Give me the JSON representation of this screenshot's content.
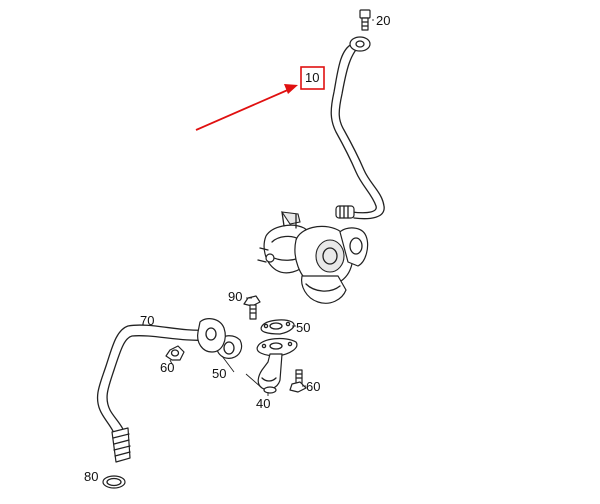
{
  "callouts": {
    "c10": "10",
    "c20": "20",
    "c90": "90",
    "c70": "70",
    "c50a": "50",
    "c50b": "50",
    "c60a": "60",
    "c60b": "60",
    "c40": "40",
    "c80": "80"
  },
  "highlight": {
    "part": "10",
    "color": "#e01010"
  }
}
